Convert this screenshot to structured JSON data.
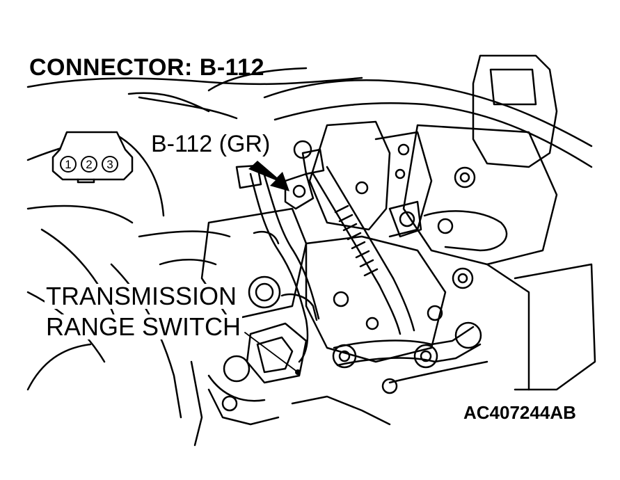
{
  "header": {
    "title": "CONNECTOR: B-112"
  },
  "callout": {
    "connector_label": "B-112 (GR)"
  },
  "component": {
    "line1": "TRANSMISSION",
    "line2": "RANGE SWITCH"
  },
  "connector_pins": [
    "1",
    "2",
    "3"
  ],
  "footer": {
    "figure_code": "AC407244AB"
  },
  "colors": {
    "ink": "#000000",
    "paper": "#ffffff"
  }
}
